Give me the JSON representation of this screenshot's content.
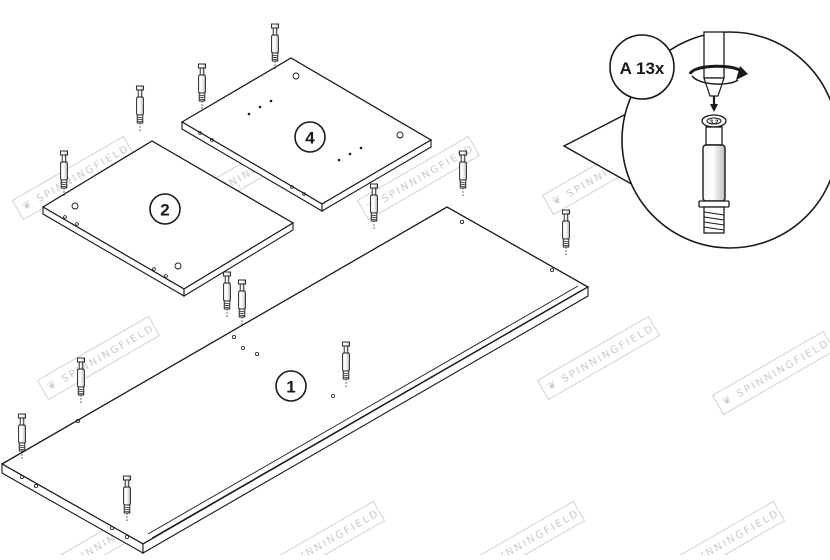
{
  "brand": {
    "watermark": "SPINNINGFIELD"
  },
  "panels": [
    {
      "id": "panel-1",
      "number": "1"
    },
    {
      "id": "panel-2",
      "number": "2"
    },
    {
      "id": "panel-4",
      "number": "4"
    }
  ],
  "detail": {
    "part_label": "A 13x",
    "screw_marking": "3.2"
  },
  "colors": {
    "line": "#1a1a1a",
    "panel_fill": "#ffffff",
    "watermark": "#c9c9c9",
    "dowel_shade": "#d9d9d9"
  }
}
